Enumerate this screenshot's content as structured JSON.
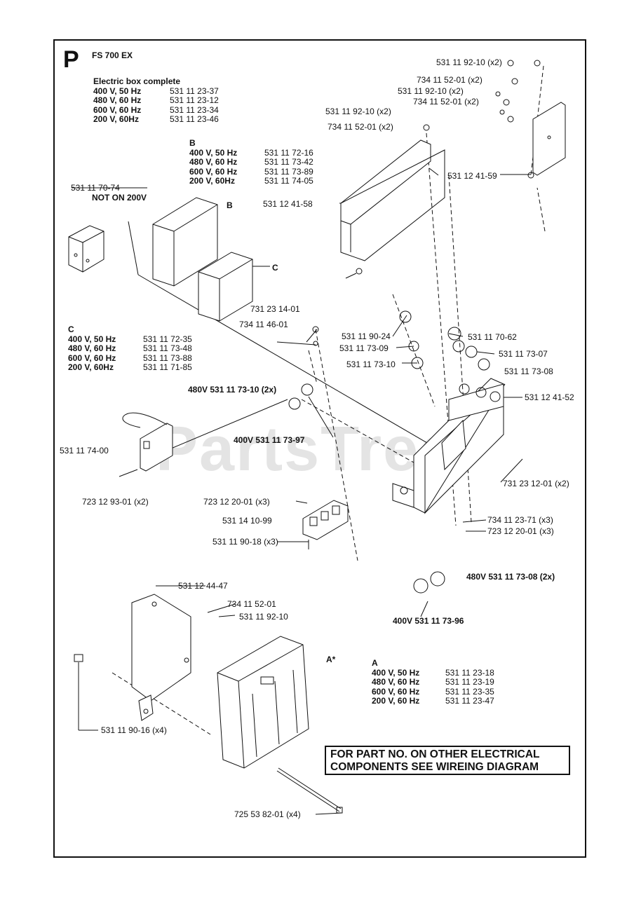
{
  "page": {
    "letter": "P",
    "model": "FS 700 EX",
    "watermark": "PartsTree",
    "note_line1": "FOR PART NO. ON OTHER ELECTRICAL",
    "note_line2": "COMPONENTS SEE WIREING DIAGRAM"
  },
  "electric_box": {
    "title": "Electric box complete",
    "rows": [
      {
        "v": "400 V, 50 Hz",
        "p": "531 11 23-37"
      },
      {
        "v": "480 V, 60 Hz",
        "p": "531 11 23-12"
      },
      {
        "v": "600 V, 60 Hz",
        "p": "531 11 23-34"
      },
      {
        "v": "200 V, 60Hz",
        "p": "531 11 23-46"
      }
    ]
  },
  "table_b": {
    "title": "B",
    "rows": [
      {
        "v": "400 V, 50 Hz",
        "p": "531 11 72-16"
      },
      {
        "v": "480 V, 60 Hz",
        "p": "531 11 73-42"
      },
      {
        "v": "600 V, 60 Hz",
        "p": "531 11 73-89"
      },
      {
        "v": "200 V, 60Hz",
        "p": "531 11 74-05"
      }
    ]
  },
  "table_c": {
    "title": "C",
    "rows": [
      {
        "v": "400 V, 50 Hz",
        "p": "531 11 72-35"
      },
      {
        "v": "480 V, 60 Hz",
        "p": "531 11 73-48"
      },
      {
        "v": "600 V, 60 Hz",
        "p": "531 11 73-88"
      },
      {
        "v": "200 V, 60Hz",
        "p": "531 11 71-85"
      }
    ]
  },
  "table_a": {
    "title": "A",
    "rows": [
      {
        "v": "400 V, 50 Hz",
        "p": "531 11 23-18"
      },
      {
        "v": "480 V, 60 Hz",
        "p": "531 11 23-19"
      },
      {
        "v": "600 V, 60 Hz",
        "p": "531 11 23-35"
      },
      {
        "v": "200 V, 60 Hz",
        "p": "531 11 23-47"
      }
    ]
  },
  "labels": {
    "l1": "531 11 92-10 (x2)",
    "l2": "734 11 52-01 (x2)",
    "l3": "531 11 92-10 (x2)",
    "l4": "734 11 52-01 (x2)",
    "l5": "531 11 92-10 (x2)",
    "l6": "734 11 52-01 (x2)",
    "l7": "531 12 41-59",
    "l8": "531 12 41-58",
    "l9a": "531 11 70-74",
    "l9b": "NOT ON 200V",
    "lB": "B",
    "lC": "C",
    "l10": "731 23 14-01",
    "l11": "734 11 46-01",
    "l12": "531 11 90-24",
    "l13": "531 11 73-09",
    "l14": "531 11 73-10",
    "l15": "531 11 70-62",
    "l16": "531 11 73-07",
    "l17": "531 11 73-08",
    "l18": "480V 531 11 73-10 (2x)",
    "l19": "531 12 41-52",
    "l20": "400V 531 11 73-97",
    "l21": "531 11 74-00",
    "l22": "731 23 12-01 (x2)",
    "l23": "723 12 93-01 (x2)",
    "l24": "723 12 20-01 (x3)",
    "l25": "531 14 10-99",
    "l26": "531 11 90-18 (x3)",
    "l27": "734 11 23-71 (x3)",
    "l28": "723 12 20-01 (x3)",
    "l29": "480V 531 11 73-08 (2x)",
    "l30": "531 12 44-47",
    "l31": "734 11 52-01",
    "l32": "531 11 92-10",
    "l33": "400V 531 11 73-96",
    "lAstar": "A*",
    "l34": "531 11 90-16 (x4)",
    "l35": "725 53 82-01 (x4)"
  }
}
